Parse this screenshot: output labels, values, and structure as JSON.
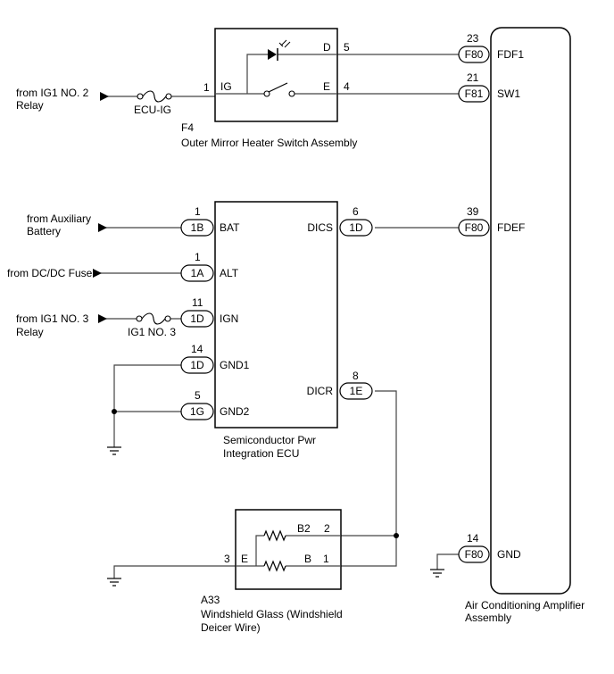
{
  "sources": {
    "ig1_no2_line1": "from IG1 NO. 2",
    "ig1_no2_line2": "Relay",
    "aux_line1": "from Auxiliary",
    "aux_line2": "Battery",
    "dcdc": "from DC/DC Fuse",
    "ig1_no3_line1": "from IG1 NO. 3",
    "ig1_no3_line2": "Relay"
  },
  "fuses": {
    "ecu_ig": "ECU-IG",
    "ig1_no3": "IG1 NO. 3"
  },
  "switch": {
    "code": "F4",
    "name": "Outer Mirror Heater Switch Assembly",
    "pin_ig_num": "1",
    "pin_ig_label": "IG",
    "pin_d_label": "D",
    "pin_d_num": "5",
    "pin_e_label": "E",
    "pin_e_num": "4"
  },
  "spi_ecu": {
    "name_line1": "Semiconductor Pwr",
    "name_line2": "Integration ECU",
    "pins": {
      "bat": {
        "num": "1",
        "conn": "1B",
        "label": "BAT"
      },
      "alt": {
        "num": "1",
        "conn": "1A",
        "label": "ALT"
      },
      "ign": {
        "num": "11",
        "conn": "1D",
        "label": "IGN"
      },
      "gnd1": {
        "num": "14",
        "conn": "1D",
        "label": "GND1"
      },
      "gnd2": {
        "num": "5",
        "conn": "1G",
        "label": "GND2"
      },
      "dics": {
        "num": "6",
        "conn": "1D",
        "label": "DICS"
      },
      "dicr": {
        "num": "8",
        "conn": "1E",
        "label": "DICR"
      }
    }
  },
  "amplifier": {
    "name_line1": "Air Conditioning Amplifier",
    "name_line2": "Assembly",
    "pins": {
      "fdf1": {
        "num": "23",
        "conn": "F80",
        "label": "FDF1"
      },
      "sw1": {
        "num": "21",
        "conn": "F81",
        "label": "SW1"
      },
      "fdef": {
        "num": "39",
        "conn": "F80",
        "label": "FDEF"
      },
      "gnd": {
        "num": "14",
        "conn": "F80",
        "label": "GND"
      }
    }
  },
  "windshield": {
    "code": "A33",
    "name_line1": "Windshield Glass (Windshield",
    "name_line2": "Deicer Wire)",
    "pin_b2_label": "B2",
    "pin_b2_num": "2",
    "pin_b_label": "B",
    "pin_b_num": "1",
    "pin_e_label": "E",
    "pin_e_num": "3"
  }
}
